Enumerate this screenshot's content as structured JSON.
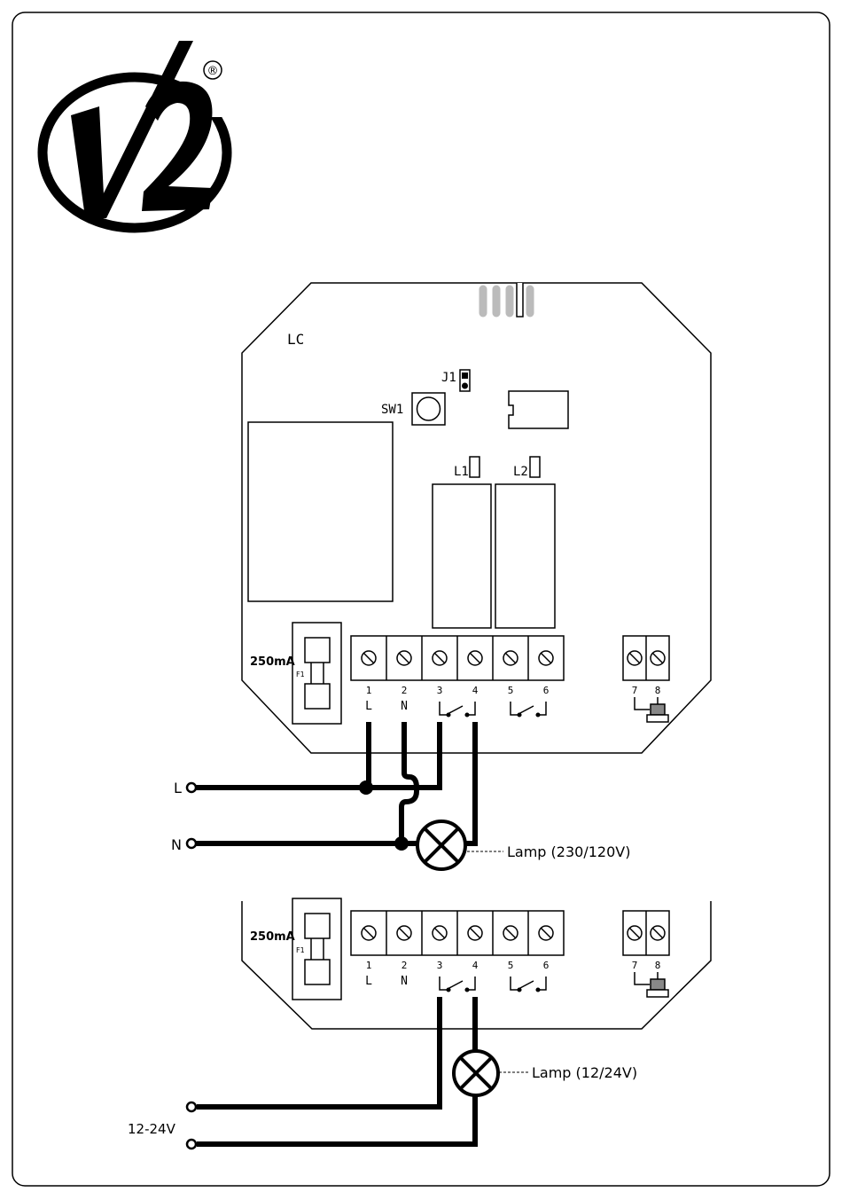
{
  "brand": {
    "logo_text": "V2",
    "registered_mark": "®"
  },
  "colors": {
    "line": "#000000",
    "led_grey": "#bbbbbb",
    "background": "#ffffff"
  },
  "board_top": {
    "name": "LC",
    "jumper": "J1",
    "button": "SW1",
    "leds": [
      "L1",
      "L2"
    ],
    "fuse_rating": "250mA",
    "fuse_id": "F1",
    "terminal_numbers": [
      "1",
      "2",
      "3",
      "4",
      "5",
      "6"
    ],
    "terminal_letters": [
      "L",
      "N"
    ],
    "antenna_terminals": [
      "7",
      "8"
    ]
  },
  "mains_wiring": {
    "line_label": "L",
    "neutral_label": "N",
    "lamp_label": "Lamp (230/120V)"
  },
  "board_bottom": {
    "fuse_rating": "250mA",
    "fuse_id": "F1",
    "terminal_numbers": [
      "1",
      "2",
      "3",
      "4",
      "5",
      "6"
    ],
    "terminal_letters": [
      "L",
      "N"
    ],
    "antenna_terminals": [
      "7",
      "8"
    ]
  },
  "low_voltage_wiring": {
    "supply_label": "12-24V",
    "lamp_label": "Lamp (12/24V)"
  }
}
